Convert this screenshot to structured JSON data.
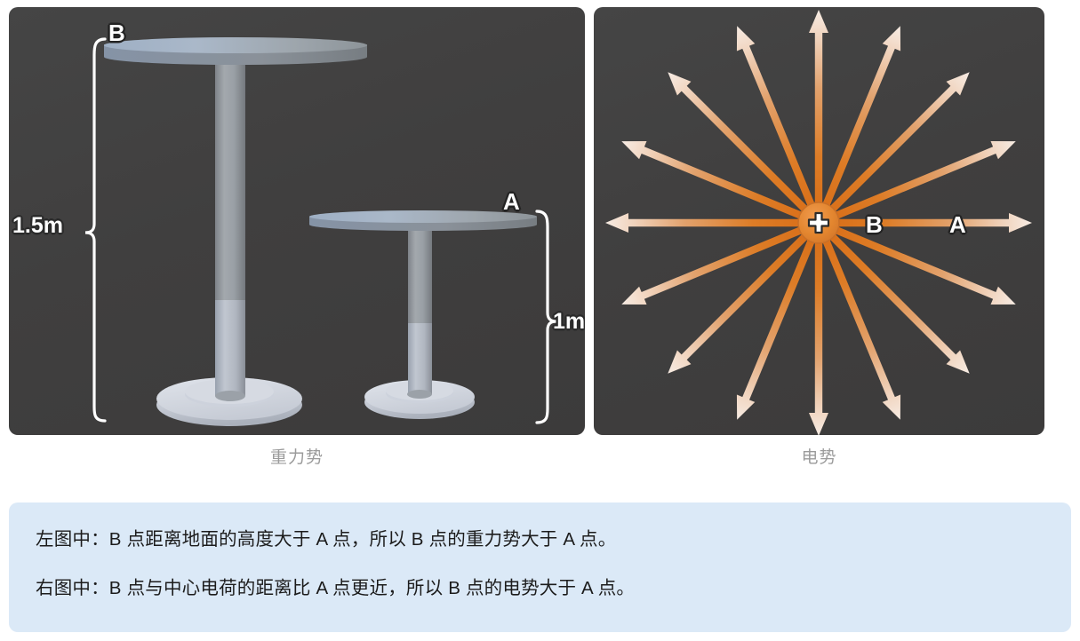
{
  "left_panel": {
    "caption": "重力势",
    "label_b": "B",
    "label_a": "A",
    "dim_tall": "1.5m",
    "dim_short": "1m",
    "background_color": "#403f3f"
  },
  "right_panel": {
    "caption": "电势",
    "label_b": "B",
    "label_a": "A",
    "charge_sign": "+",
    "charge_color": "#e3862f",
    "field_line_count": 16,
    "background_color": "#403f3f"
  },
  "explanation": {
    "background_color": "#dbe9f7",
    "line1": "左图中：B 点距离地面的高度大于 A 点，所以 B 点的重力势大于 A 点。",
    "line2": "右图中：B 点与中心电荷的距离比 A 点更近，所以 B 点的电势大于 A 点。"
  }
}
